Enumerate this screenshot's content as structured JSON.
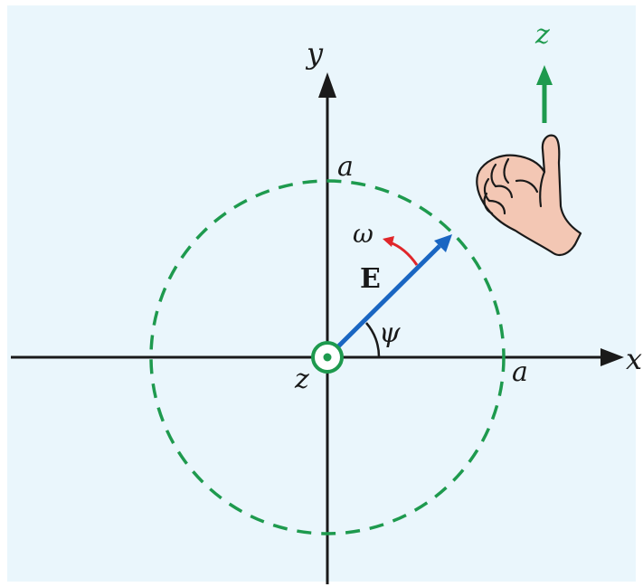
{
  "labels": {
    "x_axis": "x",
    "y_axis": "y",
    "z_origin": "z",
    "z_hand": "z",
    "a_top": "a",
    "a_right": "a",
    "vector": "E",
    "angle": "ψ",
    "angular_velocity": "ω"
  },
  "colors": {
    "background": "#eaf6fc",
    "axes": "#1a1a1a",
    "circle": "#1e9a4e",
    "vector": "#1a66c2",
    "omega": "#e0262a",
    "z_arrow": "#1e9a4e",
    "skin": "#f3c7b4",
    "skin_outline": "#1a1a1a"
  },
  "icons": {
    "origin": "dot-in-circle-icon",
    "hand": "right-hand-thumb-up-icon"
  }
}
